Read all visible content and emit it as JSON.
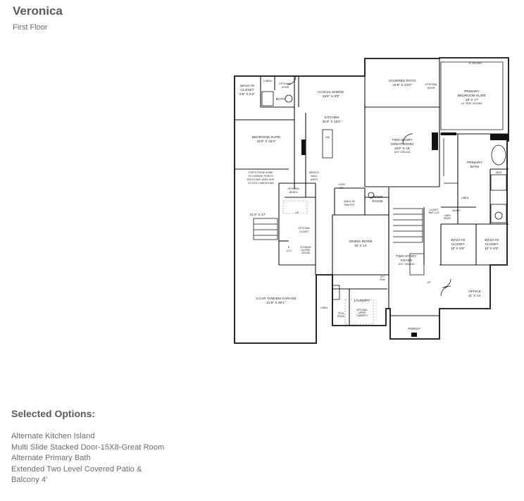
{
  "header": {
    "title": "Veronica",
    "subtitle": "First Floor"
  },
  "rooms": {
    "walkin_closet_1": {
      "l1": "WALK-IN",
      "l2": "CLOSET",
      "l3": "5'8\" X 6'2\""
    },
    "linen_1": "LINEN",
    "optional_door_1": {
      "l1": "OPTIONAL",
      "l2": "DOOR"
    },
    "bath": "BATH",
    "casual_dining": {
      "name": "CASUAL DINING",
      "dim": "15'6\" X 9'5\""
    },
    "covered_patio": {
      "name": "COVERED PATIO",
      "dim": "15'6\" X 12'8\""
    },
    "optional_door_2": {
      "l1": "OPTIONAL",
      "l2": "DOOR"
    },
    "ceiling_note": "9' CEILING",
    "primary_suite": {
      "l1": "PRIMARY",
      "l2": "BEDROOM SUITE",
      "dim": "18' X 17'",
      "note": "10' TRAY CEILING"
    },
    "kitchen": {
      "name": "KITCHEN",
      "dim": "20'3\" X 15'5\""
    },
    "dw": "DW",
    "bedroom_suite": {
      "name": "BEDROOM SUITE",
      "dim": "15'3\" X 15'2\""
    },
    "great_room": {
      "l1": "TWO-STORY",
      "l2": "GREAT ROOM",
      "dim": "19'0\" X 19'",
      "note": "18'0\" CEILING"
    },
    "primary_bath": {
      "l1": "PRIMARY",
      "l2": "BATH"
    },
    "seat": "SEAT",
    "linen_2": "LINEN",
    "garage_steps": {
      "l1": "STEPS FROM HOME",
      "l2": "TO GARAGE PORCH",
      "l3": "RATIO MAY VARY DUE",
      "l4": "TO SITE CONDITIONS"
    },
    "drop_zone": {
      "l1": "BENCH/",
      "l2": "WALL",
      "l3": "UNITS"
    },
    "oven": "OVEN",
    "ref": "REF",
    "opt_bench": {
      "l1": "OPTIONAL",
      "l2": "BENCH"
    },
    "walkin_pantry": {
      "l1": "WALK-IN",
      "l2": "PANTRY"
    },
    "pwdr": {
      "l1": "PWDR",
      "l2": "ROOM"
    },
    "closet_bup": {
      "l1": "CLOSET",
      "l2": "BUP CLG"
    },
    "vanity": "VANITY",
    "linen_space": {
      "l1": "LINEN",
      "l2": "SPACE"
    },
    "garage_dim": "21'4\" X 17'",
    "up_1": "UP",
    "optional_closet": {
      "l1": "OPTIONAL",
      "l2": "CLOSET"
    },
    "dining_room": {
      "name": "DINING ROOM",
      "dim": "15' X 14'"
    },
    "foyer": {
      "l1": "TWO-STORY",
      "l2": "FOYER",
      "note": "20'0\" CEILING"
    },
    "walkin_closet_2": {
      "l1": "WALK-IN",
      "l2": "CLOSET",
      "dim": "10' X 8'6\""
    },
    "walkin_closet_3": {
      "l1": "WALK-IN",
      "l2": "CLOSET",
      "dim": "10' X 8'3\""
    },
    "closet_d": {
      "l1": "D",
      "l2": "CLS"
    },
    "storage": {
      "l1": "STORAGE",
      "l2": "SLOPED",
      "l3": "CEILING"
    },
    "up_2": "UP",
    "opt_sink": {
      "l1": "OPT",
      "l2": "SINK"
    },
    "office": {
      "name": "OFFICE",
      "dim": "11' X 14'"
    },
    "garage": {
      "name": "3-CAR TANDEM GARAGE",
      "dim": "21'8\" X 30'1\""
    },
    "laundry": "LAUNDRY",
    "linen_3": "LINEN",
    "optional_cabinets": {
      "l1": "OPTIONAL",
      "l2": "UPPER",
      "l3": "CABINETS"
    },
    "tech_space": {
      "l1": "TECH",
      "l2": "SPACE"
    },
    "porch": "PORCH"
  },
  "options": {
    "heading": "Selected Options:",
    "items": [
      "Alternate Kitchen Island",
      "Multi Slide Stacked Door-15X8-Great Room",
      "Alternate Primary Bath",
      "Extended Two Level Covered Patio &",
      "Balcony 4'"
    ]
  }
}
